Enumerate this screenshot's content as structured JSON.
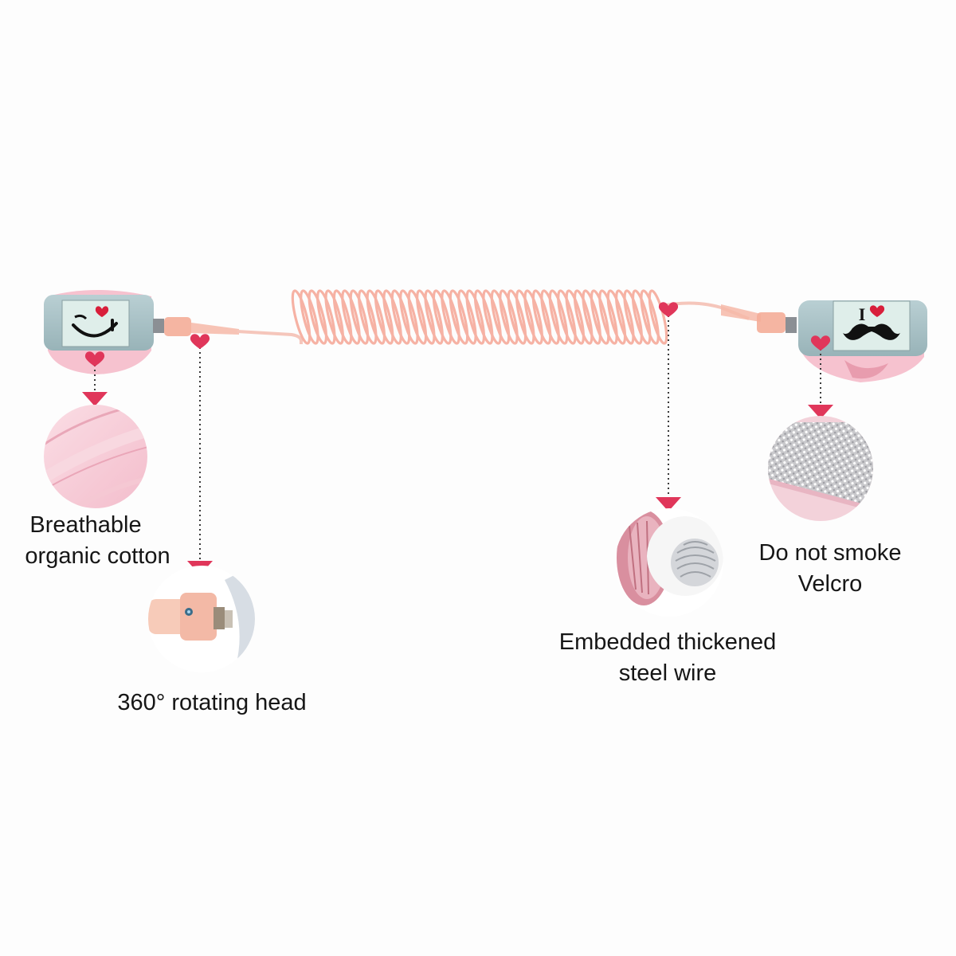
{
  "wristbands": {
    "left_face": "wink-heart-face",
    "right_face": "I-heart-mustache",
    "right_letter": "I"
  },
  "features": {
    "cotton": {
      "line1": "Breathable",
      "line2": "organic cotton"
    },
    "rotating_head": {
      "text": "360° rotating head"
    },
    "steel_wire": {
      "line1": "Embedded thickened",
      "line2": "steel wire"
    },
    "velcro": {
      "line1": "Do not smoke",
      "line2": "Velcro"
    }
  },
  "colors": {
    "marker": "#e0365a",
    "strap": "#a9c1c6",
    "label_bg": "#dfeeea",
    "lining": "#f7c8d2",
    "coil": "#f6b2a4",
    "text": "#161616"
  },
  "icons": {
    "marker": "heart-icon",
    "pointer": "down-triangle-icon"
  }
}
